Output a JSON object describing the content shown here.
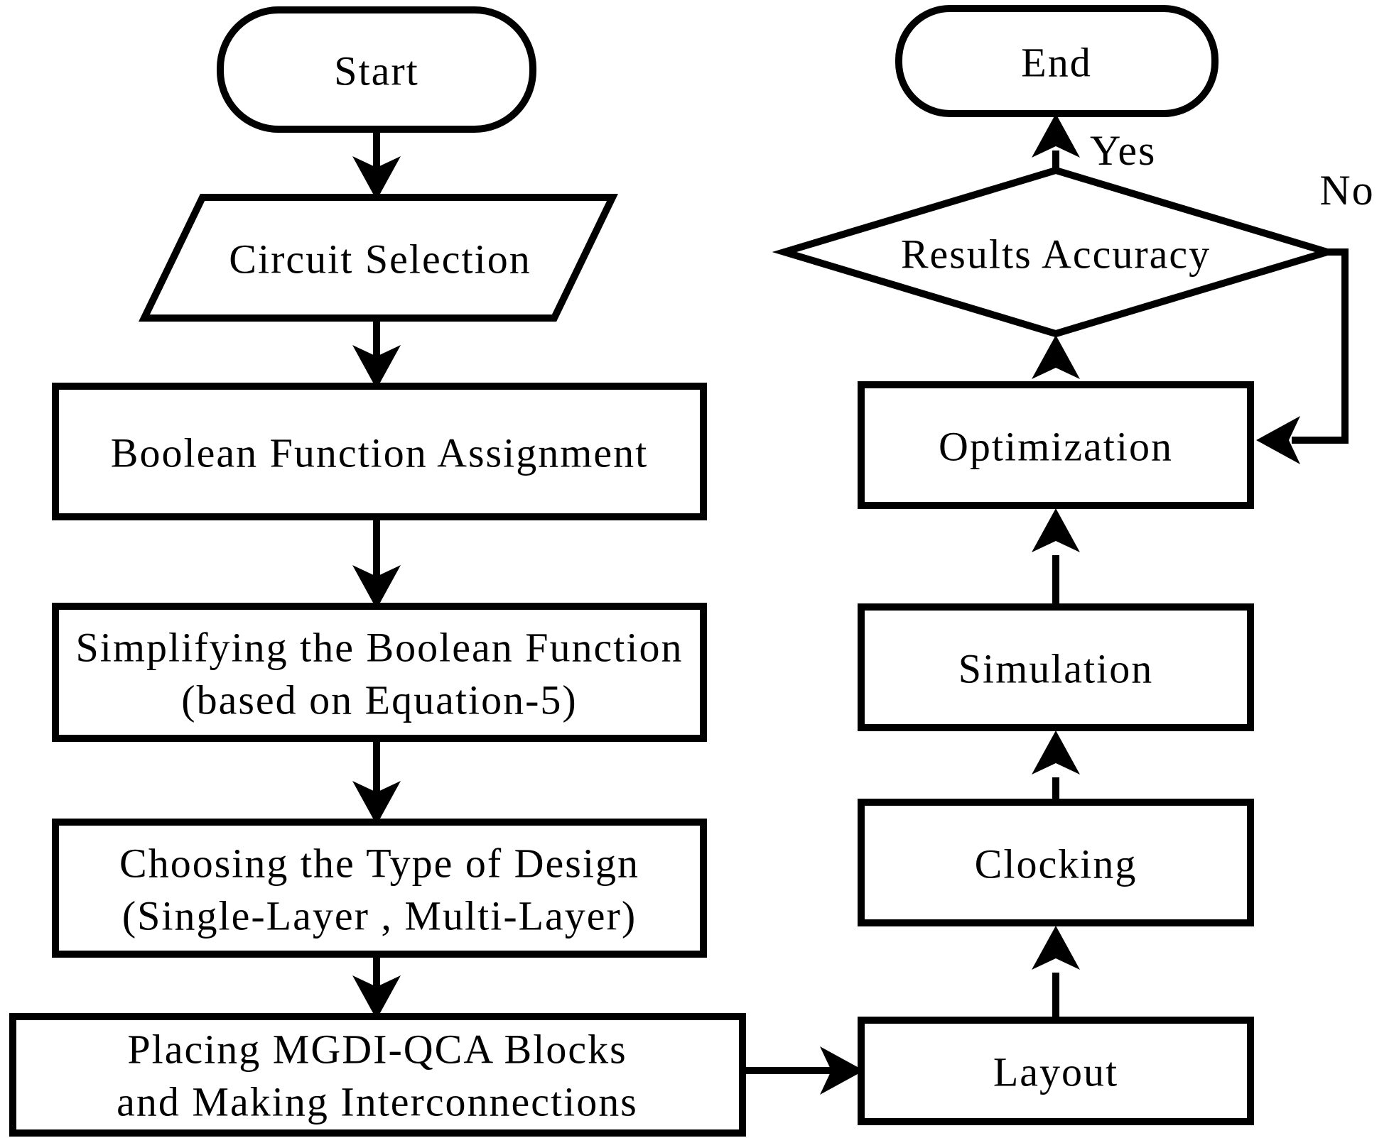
{
  "flow": {
    "colors": {
      "stroke": "#000000",
      "fill": "#ffffff",
      "text": "#000000"
    },
    "nodes": {
      "start": {
        "shape": "stadium",
        "label": "Start"
      },
      "circuit_selection": {
        "shape": "parallelogram",
        "label": "Circuit Selection"
      },
      "boolean_function_assignment": {
        "shape": "rect",
        "label": "Boolean Function Assignment"
      },
      "simplifying": {
        "shape": "rect",
        "line1": "Simplifying the Boolean Function",
        "line2": "(based on Equation-5)"
      },
      "choosing": {
        "shape": "rect",
        "line1": "Choosing the Type of Design",
        "line2": "(Single-Layer , Multi-Layer)"
      },
      "placing": {
        "shape": "rect",
        "line1": "Placing MGDI-QCA Blocks",
        "line2": "and Making Interconnections"
      },
      "layout": {
        "shape": "rect",
        "label": "Layout"
      },
      "clocking": {
        "shape": "rect",
        "label": "Clocking"
      },
      "simulation": {
        "shape": "rect",
        "label": "Simulation"
      },
      "optimization": {
        "shape": "rect",
        "label": "Optimization"
      },
      "results_accuracy": {
        "shape": "diamond",
        "label": "Results Accuracy"
      },
      "end": {
        "shape": "stadium",
        "label": "End"
      }
    },
    "edge_labels": {
      "yes": "Yes",
      "no": "No"
    }
  }
}
